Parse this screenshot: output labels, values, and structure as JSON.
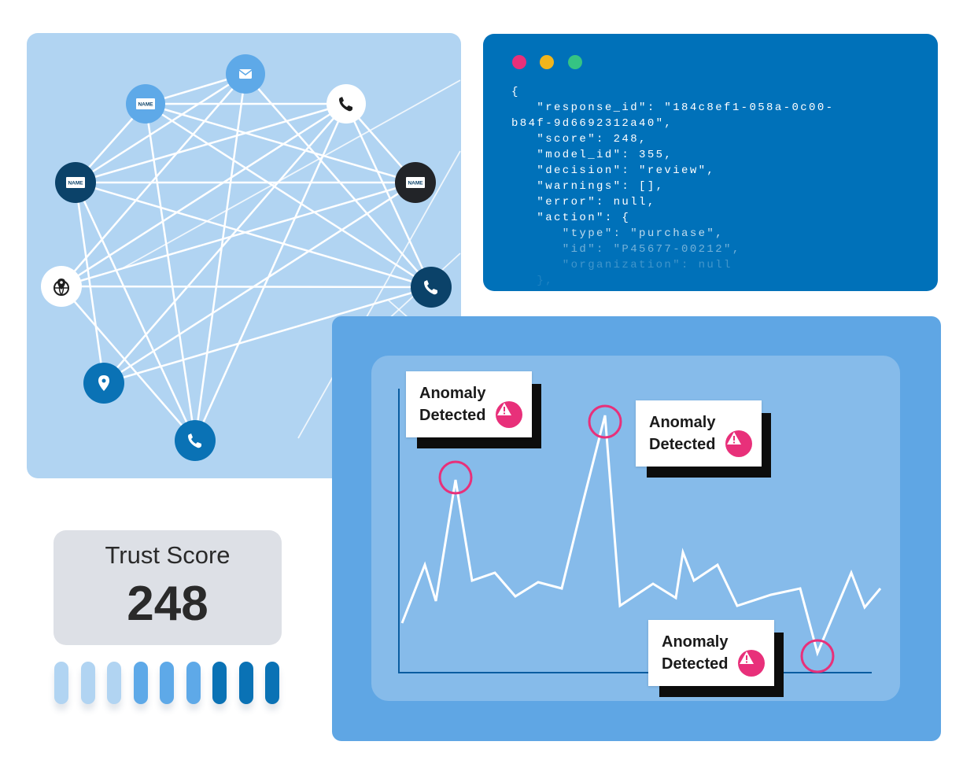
{
  "network": {
    "nodes": [
      {
        "name": "mail-node",
        "icon": "mail-icon",
        "fill": "#5ea9e8",
        "glyph": "#ffffff"
      },
      {
        "name": "name-card-node-top",
        "icon": "name-card-icon",
        "label": "NAME",
        "fill": "#5ea9e8",
        "glyph": "#ffffff"
      },
      {
        "name": "phone-node-white",
        "icon": "phone-icon",
        "fill": "#ffffff",
        "glyph": "#1d1d1d"
      },
      {
        "name": "name-card-node-navy",
        "icon": "name-card-icon",
        "label": "NAME",
        "fill": "#0b4269",
        "glyph": "#ffffff"
      },
      {
        "name": "name-card-node-black",
        "icon": "name-card-icon",
        "label": "NAME",
        "fill": "#222428",
        "glyph": "#ffffff"
      },
      {
        "name": "globe-pin-node",
        "icon": "globe-pin-icon",
        "fill": "#ffffff",
        "glyph": "#1d1d1d"
      },
      {
        "name": "phone-node-navy",
        "icon": "phone-icon",
        "fill": "#0b4269",
        "glyph": "#ffffff"
      },
      {
        "name": "location-node",
        "icon": "location-pin-icon",
        "fill": "#0a72b5",
        "glyph": "#ffffff"
      },
      {
        "name": "phone-node-blue",
        "icon": "phone-icon",
        "fill": "#0a72b5",
        "glyph": "#ffffff"
      }
    ]
  },
  "code_window": {
    "dots": [
      "#e8307a",
      "#f1b51c",
      "#35c483"
    ],
    "lines": [
      "{",
      "   \"response_id\": \"184c8ef1-058a-0c00-",
      "b84f-9d6692312a40\",",
      "   \"score\": 248,",
      "   \"model_id\": 355,",
      "   \"decision\": \"review\",",
      "   \"warnings\": [],",
      "   \"error\": null,",
      "   \"action\": {",
      "      \"type\": \"purchase\",",
      "      \"id\": \"P45677-00212\",",
      "      \"organization\": null",
      "   },"
    ]
  },
  "anomaly_chart": {
    "callouts": [
      {
        "line1": "Anomaly",
        "line2": "Detected"
      },
      {
        "line1": "Anomaly",
        "line2": "Detected"
      },
      {
        "line1": "Anomaly",
        "line2": "Detected"
      }
    ],
    "line_color": "#ffffff",
    "marker_color": "#e8307a",
    "axis_color": "#0a5ca0"
  },
  "trust_score": {
    "label": "Trust Score",
    "value": "248"
  },
  "score_bars": {
    "colors": [
      "#b1d4f2",
      "#b1d4f2",
      "#b1d4f2",
      "#5ea9e8",
      "#5ea9e8",
      "#5ea9e8",
      "#0a72b5",
      "#0a72b5",
      "#0a72b5"
    ]
  }
}
